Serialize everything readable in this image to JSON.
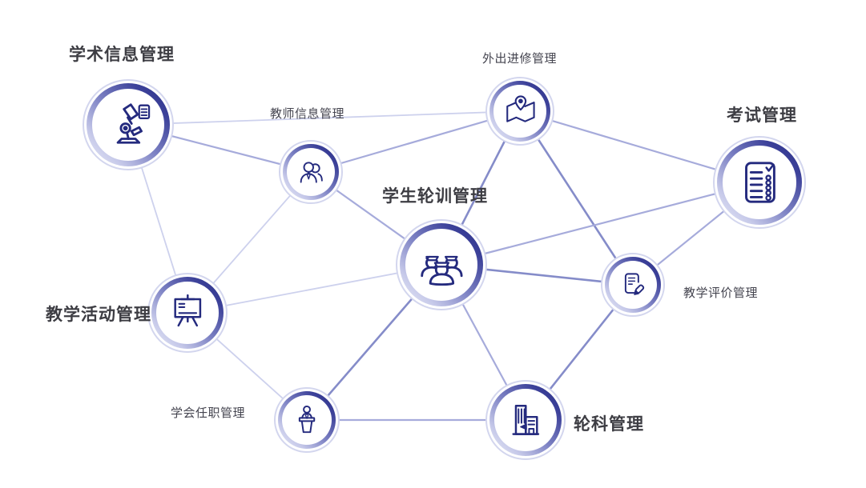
{
  "diagram": {
    "description": "network-of-management-modules",
    "nodes": [
      {
        "id": "academic",
        "label": "学术信息管理",
        "icon": "microscope-icon",
        "emphasis": "major"
      },
      {
        "id": "teacher",
        "label": "教师信息管理",
        "icon": "teacher-profile-icon",
        "emphasis": "minor"
      },
      {
        "id": "abroad",
        "label": "外出进修管理",
        "icon": "map-location-icon",
        "emphasis": "minor"
      },
      {
        "id": "exam",
        "label": "考试管理",
        "icon": "exam-checklist-icon",
        "emphasis": "major"
      },
      {
        "id": "student",
        "label": "学生轮训管理",
        "icon": "student-group-icon",
        "emphasis": "major"
      },
      {
        "id": "activity",
        "label": "教学活动管理",
        "icon": "blackboard-icon",
        "emphasis": "major"
      },
      {
        "id": "evaluation",
        "label": "教学评价管理",
        "icon": "evaluation-note-icon",
        "emphasis": "minor"
      },
      {
        "id": "society",
        "label": "学会任职管理",
        "icon": "podium-speaker-icon",
        "emphasis": "minor"
      },
      {
        "id": "rotation",
        "label": "轮科管理",
        "icon": "hospital-building-icon",
        "emphasis": "major"
      }
    ],
    "edges": [
      {
        "from": "academic",
        "to": "teacher",
        "shade": "mid"
      },
      {
        "from": "academic",
        "to": "abroad",
        "shade": "light"
      },
      {
        "from": "academic",
        "to": "activity",
        "shade": "light"
      },
      {
        "from": "teacher",
        "to": "abroad",
        "shade": "mid"
      },
      {
        "from": "teacher",
        "to": "student",
        "shade": "mid"
      },
      {
        "from": "teacher",
        "to": "activity",
        "shade": "light"
      },
      {
        "from": "abroad",
        "to": "student",
        "shade": "dark"
      },
      {
        "from": "abroad",
        "to": "evaluation",
        "shade": "dark"
      },
      {
        "from": "abroad",
        "to": "exam",
        "shade": "mid"
      },
      {
        "from": "student",
        "to": "exam",
        "shade": "mid"
      },
      {
        "from": "student",
        "to": "evaluation",
        "shade": "dark"
      },
      {
        "from": "student",
        "to": "society",
        "shade": "dark"
      },
      {
        "from": "student",
        "to": "rotation",
        "shade": "mid"
      },
      {
        "from": "student",
        "to": "activity",
        "shade": "light"
      },
      {
        "from": "activity",
        "to": "society",
        "shade": "light"
      },
      {
        "from": "society",
        "to": "rotation",
        "shade": "mid"
      },
      {
        "from": "rotation",
        "to": "evaluation",
        "shade": "dark"
      },
      {
        "from": "evaluation",
        "to": "exam",
        "shade": "mid"
      }
    ],
    "colors": {
      "background": "#ffffff",
      "icon_navy": "#242a7e",
      "ring_dark": "#272c86",
      "ring_light": "#eceef9",
      "outer_ring": "#d3d6ee",
      "label_major": "#3d3d43",
      "label_minor": "#454550",
      "edge_light": "#cdd1ed",
      "edge_mid": "#a6abdb",
      "edge_dark": "#858cc9"
    }
  }
}
